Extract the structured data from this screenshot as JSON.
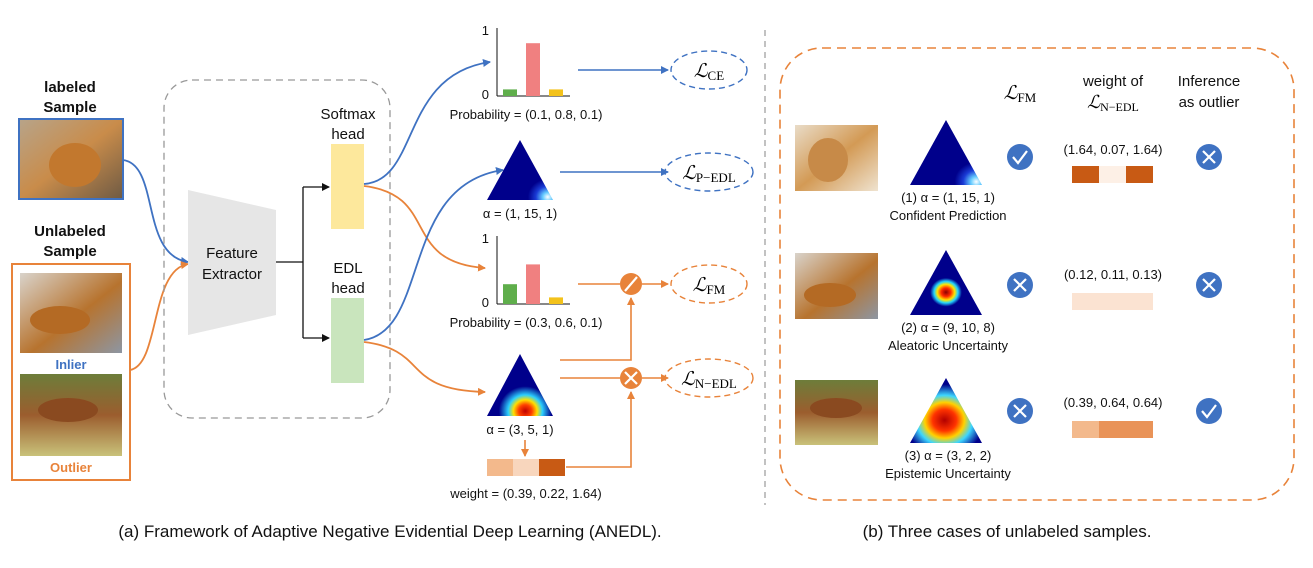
{
  "labeled": {
    "line1": "labeled",
    "line2": "Sample"
  },
  "unlabeled": {
    "line1": "Unlabeled",
    "line2": "Sample",
    "inlier": "Inlier",
    "outlier": "Outlier"
  },
  "extractor": {
    "line1": "Feature",
    "line2": "Extractor"
  },
  "softmax_head": {
    "line1": "Softmax",
    "line2": "head"
  },
  "edl_head": {
    "line1": "EDL",
    "line2": "head"
  },
  "top_chart": {
    "tick_max": "1",
    "tick_min": "0",
    "values": [
      0.1,
      0.8,
      0.1
    ],
    "caption": "Probability = (0.1, 0.8, 0.1)"
  },
  "mid_chart": {
    "tick_max": "1",
    "tick_min": "0",
    "values": [
      0.3,
      0.6,
      0.1
    ],
    "caption": "Probability = (0.3, 0.6, 0.1)"
  },
  "alpha_top": "α = (1, 15, 1)",
  "alpha_bottom": "α = (3, 5, 1)",
  "weight_caption": "weight = (0.39, 0.22, 1.64)",
  "losses": {
    "ce": {
      "main": "ℒ",
      "sub": "CE"
    },
    "pedl": {
      "main": "ℒ",
      "sub": "P−EDL"
    },
    "fm": {
      "main": "ℒ",
      "sub": "FM"
    },
    "nedl": {
      "main": "ℒ",
      "sub": "N−EDL"
    }
  },
  "right_header": {
    "fm": {
      "main": "ℒ",
      "sub": "FM"
    },
    "weight_line1": "weight of",
    "weight_main": "ℒ",
    "weight_sub": "N−EDL",
    "inference_line1": "Inference",
    "inference_line2": "as outlier"
  },
  "cases": [
    {
      "caption1": "(1) α = (1, 15, 1)",
      "caption2": "Confident Prediction",
      "fm": "check",
      "weights": "(1.64, 0.07, 1.64)",
      "outlier": "cross"
    },
    {
      "caption1": "(2) α = (9, 10, 8)",
      "caption2": "Aleatoric Uncertainty",
      "fm": "cross",
      "weights": "(0.12, 0.11, 0.13)",
      "outlier": "cross"
    },
    {
      "caption1": "(3) α = (3, 2, 2)",
      "caption2": "Epistemic Uncertainty",
      "fm": "cross",
      "weights": "(0.39, 0.64, 0.64)",
      "outlier": "check"
    }
  ],
  "captions": {
    "a": "(a) Framework of Adaptive Negative Evidential Deep Learning (ANEDL).",
    "b": "(b) Three cases of unlabeled samples."
  },
  "colors": {
    "blue": "#3f72c2",
    "orange": "#e8833a",
    "red_bar": "#f08080",
    "green_bar": "#5fae4b",
    "yellow_bar": "#f3c21b"
  }
}
